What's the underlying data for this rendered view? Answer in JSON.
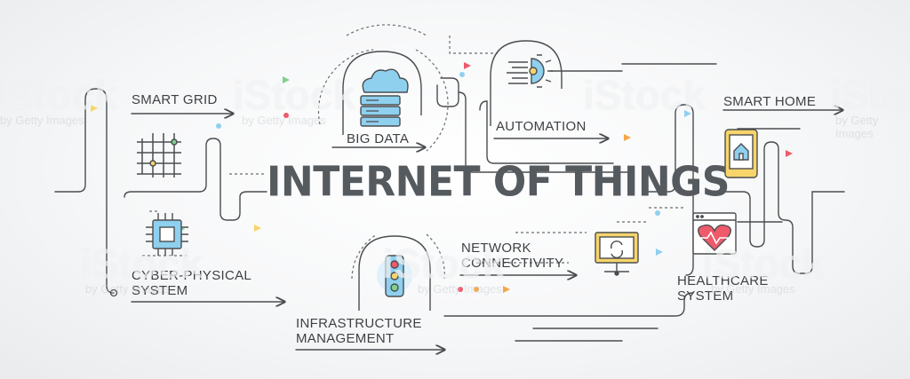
{
  "title": "INTERNET OF THINGS",
  "topics": {
    "smart_grid": "SMART GRID",
    "big_data": "BIG DATA",
    "automation": "AUTOMATION",
    "smart_home": "SMART HOME",
    "cyber_physical_1": "CYBER-PHYSICAL",
    "cyber_physical_2": "SYSTEM",
    "infrastructure_1": "INFRASTRUCTURE",
    "infrastructure_2": "MANAGEMENT",
    "network_1": "NETWORK",
    "network_2": "CONNECTIVITY",
    "healthcare_1": "HEALTHCARE",
    "healthcare_2": "SYSTEM"
  },
  "watermark": {
    "brand": "iStock",
    "sub": "by Getty Images"
  },
  "colors": {
    "line": "#4a4d50",
    "blue": "#8fd0ef",
    "yellow": "#f7d56b",
    "green": "#7fd08a",
    "red": "#ef5a6b",
    "orange": "#f4a64a",
    "purple": "#b89ae8"
  },
  "icons": {
    "smart_grid": "grid-icon",
    "big_data": "cloud-server-icon",
    "automation": "gear-automation-icon",
    "smart_home": "smartphone-home-icon",
    "cyber_physical": "chip-icon",
    "infrastructure": "traffic-light-icon",
    "network": "monitor-sync-icon",
    "healthcare": "browser-heart-icon"
  }
}
